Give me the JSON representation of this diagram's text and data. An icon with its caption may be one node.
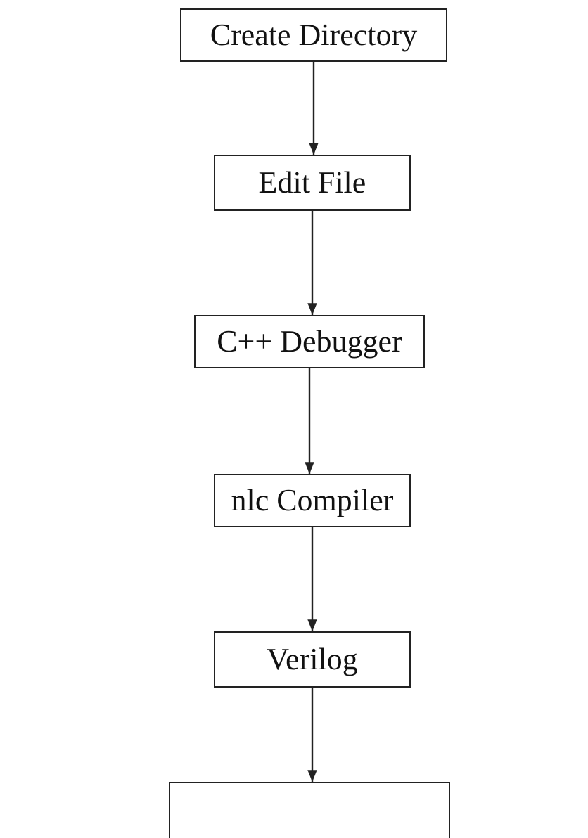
{
  "diagram": {
    "nodes": [
      {
        "text": [
          "Create Directory"
        ]
      },
      {
        "text": [
          "Edit File"
        ]
      },
      {
        "text": [
          "C++ Debugger"
        ]
      },
      {
        "text": [
          "nlc Compiler"
        ]
      },
      {
        "text": [
          "Verilog"
        ]
      },
      {
        "text": [],
        "shape": "box"
      }
    ],
    "edges": [
      {
        "from": 0,
        "to": 1,
        "arrow": "to"
      },
      {
        "from": 1,
        "to": 2,
        "arrow": "to"
      },
      {
        "from": 2,
        "to": 3,
        "arrow": "to"
      },
      {
        "from": 3,
        "to": 4,
        "arrow": "to"
      },
      {
        "from": 4,
        "to": 5,
        "arrow": "to"
      }
    ]
  }
}
